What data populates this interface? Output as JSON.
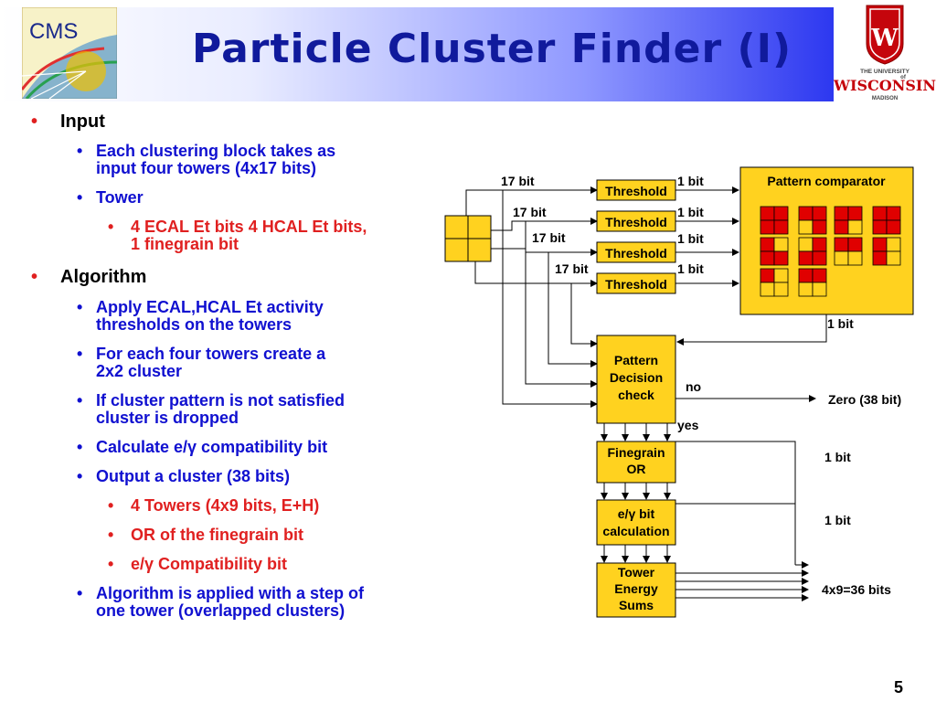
{
  "title": "Particle Cluster Finder (I)",
  "logos": {
    "cms_text": "CMS",
    "uw_line1": "THE UNIVERSITY",
    "uw_line2": "of",
    "uw_line3": "WISCONSIN",
    "uw_line4": "MADISON"
  },
  "bullets": [
    {
      "level": 0,
      "lines": [
        "Input"
      ]
    },
    {
      "level": 1,
      "lines": [
        "Each clustering block takes as",
        "input four towers (4x17 bits)"
      ]
    },
    {
      "level": 1,
      "lines": [
        "Tower"
      ]
    },
    {
      "level": 2,
      "lines": [
        "4 ECAL Et bits  4 HCAL Et bits,",
        "1 finegrain bit"
      ]
    },
    {
      "level": 0,
      "lines": [
        "Algorithm"
      ]
    },
    {
      "level": 1,
      "lines": [
        "Apply ECAL,HCAL Et activity",
        "thresholds on the towers"
      ]
    },
    {
      "level": 1,
      "lines": [
        "For each four towers create a",
        "2x2 cluster"
      ]
    },
    {
      "level": 1,
      "lines": [
        "If cluster pattern is not satisfied",
        "cluster is dropped"
      ]
    },
    {
      "level": 1,
      "lines": [
        "Calculate e/γ compatibility bit"
      ]
    },
    {
      "level": 1,
      "lines": [
        "Output a cluster (38 bits)"
      ]
    },
    {
      "level": 2,
      "lines": [
        "4 Towers (4x9 bits, E+H)"
      ]
    },
    {
      "level": 2,
      "lines": [
        "OR of the finegrain bit"
      ]
    },
    {
      "level": 2,
      "lines": [
        "e/γ Compatibility bit"
      ]
    },
    {
      "level": 1,
      "lines": [
        "Algorithm is applied with a step of",
        "one tower (overlapped clusters)"
      ]
    }
  ],
  "diagram": {
    "threshold_label": "Threshold",
    "input_bits": [
      "17 bit",
      "17 bit",
      "17 bit",
      "17 bit"
    ],
    "output_bits": [
      "1 bit",
      "1 bit",
      "1 bit",
      "1 bit"
    ],
    "pattern_comparator": "Pattern comparator",
    "comparator_out": "1 bit",
    "pattern_decision": [
      "Pattern",
      "Decision",
      "check"
    ],
    "no_label": "no",
    "yes_label": "yes",
    "zero_label": "Zero (38 bit)",
    "finegrain_or": [
      "Finegrain",
      "OR"
    ],
    "finegrain_out": "1 bit",
    "egamma": [
      "e/γ bit",
      "calculation"
    ],
    "egamma_out": "1 bit",
    "tower_sums": [
      "Tower",
      "Energy",
      "Sums"
    ],
    "sums_out": "4x9=36 bits"
  },
  "colors": {
    "box_fill": "#ffd21f",
    "red_cell": "#e00000",
    "title_color": "#101a9c"
  },
  "page_number": "5"
}
